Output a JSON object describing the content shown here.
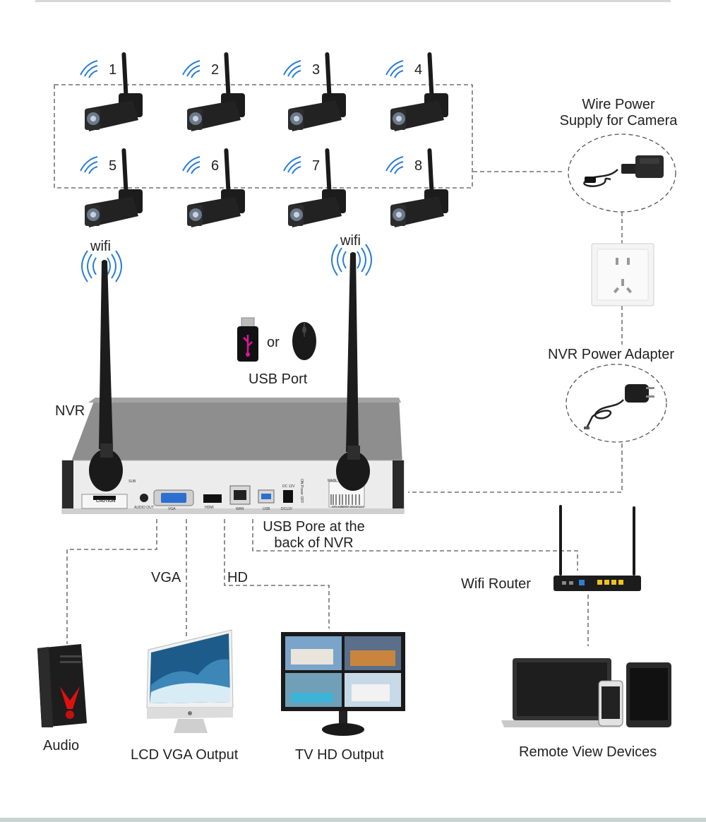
{
  "cameras": [
    {
      "number": "1"
    },
    {
      "number": "2"
    },
    {
      "number": "3"
    },
    {
      "number": "4"
    },
    {
      "number": "5"
    },
    {
      "number": "6"
    },
    {
      "number": "7"
    },
    {
      "number": "8"
    }
  ],
  "labels": {
    "wire_power_line1": "Wire Power",
    "wire_power_line2": "Supply for Camera",
    "wifi_left": "wifi",
    "wifi_right": "wifi",
    "or": "or",
    "usb_port": "USB Port",
    "nvr": "NVR",
    "nvr_power_adapter": "NVR Power Adapter",
    "usb_back_line1": "USB Pore at the",
    "usb_back_line2": "back of NVR",
    "vga": "VGA",
    "hd": "HD",
    "wifi_router": "Wifi Router",
    "audio": "Audio",
    "lcd_vga_output": "LCD VGA Output",
    "tv_hd_output": "TV HD Output",
    "remote_view_devices": "Remote View Devices"
  },
  "nvr_panel": {
    "sub": "SUB",
    "main": "MAIN",
    "caution": "CAUTION",
    "audio_out": "AUDIO OUT",
    "vga": "VGA",
    "hdmi": "HDMI",
    "wan": "WAN",
    "usb": "USB",
    "dc12v": "DC12V",
    "dc_label": "DC 12V",
    "power": "ON Power OFF",
    "serial": "S/N:K8B8W-20210114"
  },
  "colors": {
    "wifi_blue": "#2b7ed8",
    "dash_line": "#555555",
    "text": "#222222",
    "router_port_yellow": "#f2c21b",
    "router_port_blue": "#2d7fd0"
  }
}
